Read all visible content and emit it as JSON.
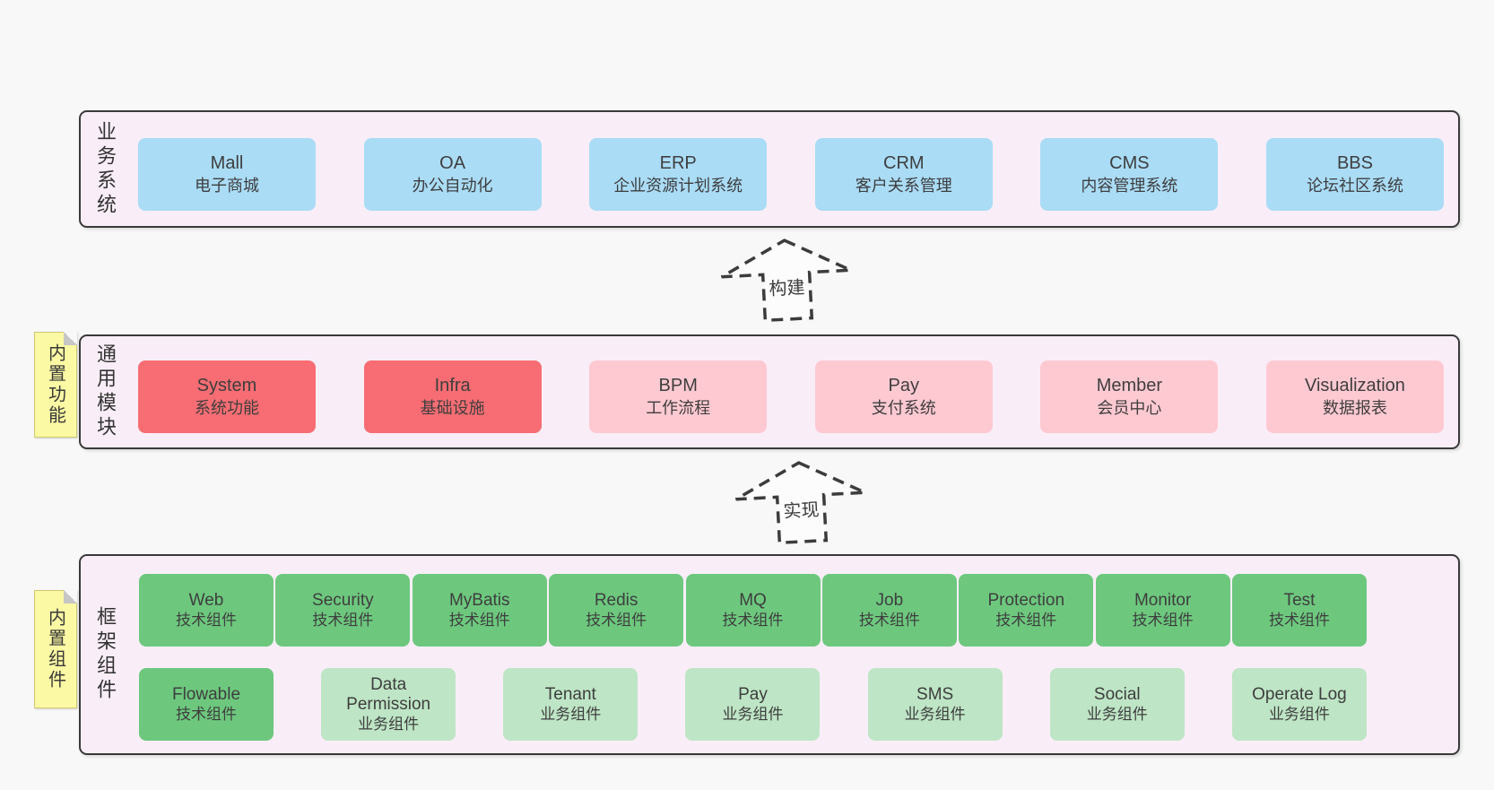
{
  "colors": {
    "page_bg": "#f8f8f8",
    "panel_bg": "#f9eef7",
    "panel_border": "#3a3a3a",
    "box_blue": "#aadcf6",
    "box_red": "#f76d73",
    "box_pink": "#ffc9d2",
    "box_green": "#6dc87e",
    "box_light_green": "#bee5c5",
    "sticky_yellow": "#fbf9a3",
    "text": "#3e3e3e"
  },
  "diagram": {
    "business_layer": {
      "label": "业务系统",
      "boxes": [
        {
          "title": "Mall",
          "subtitle": "电子商城"
        },
        {
          "title": "OA",
          "subtitle": "办公自动化"
        },
        {
          "title": "ERP",
          "subtitle": "企业资源计划系统"
        },
        {
          "title": "CRM",
          "subtitle": "客户关系管理"
        },
        {
          "title": "CMS",
          "subtitle": "内容管理系统"
        },
        {
          "title": "BBS",
          "subtitle": "论坛社区系统"
        }
      ]
    },
    "build_arrow": {
      "label": "构建"
    },
    "module_layer": {
      "label": "通用模块",
      "sticky": "内置功能",
      "boxes": [
        {
          "title": "System",
          "subtitle": "系统功能"
        },
        {
          "title": "Infra",
          "subtitle": "基础设施"
        },
        {
          "title": "BPM",
          "subtitle": "工作流程"
        },
        {
          "title": "Pay",
          "subtitle": "支付系统"
        },
        {
          "title": "Member",
          "subtitle": "会员中心"
        },
        {
          "title": "Visualization",
          "subtitle": "数据报表"
        }
      ]
    },
    "implement_arrow": {
      "label": "实现"
    },
    "component_layer": {
      "label": "框架组件",
      "sticky": "内置组件",
      "row1": [
        {
          "title": "Web",
          "subtitle": "技术组件"
        },
        {
          "title": "Security",
          "subtitle": "技术组件"
        },
        {
          "title": "MyBatis",
          "subtitle": "技术组件"
        },
        {
          "title": "Redis",
          "subtitle": "技术组件"
        },
        {
          "title": "MQ",
          "subtitle": "技术组件"
        },
        {
          "title": "Job",
          "subtitle": "技术组件"
        },
        {
          "title": "Protection",
          "subtitle": "技术组件"
        },
        {
          "title": "Monitor",
          "subtitle": "技术组件"
        }
      ],
      "row2": [
        {
          "title": "Test",
          "subtitle": "技术组件"
        },
        {
          "title": "Flowable",
          "subtitle": "技术组件"
        },
        {
          "title": "Data Permission",
          "subtitle": "业务组件"
        },
        {
          "title": "Tenant",
          "subtitle": "业务组件"
        },
        {
          "title": "Pay",
          "subtitle": "业务组件"
        },
        {
          "title": "SMS",
          "subtitle": "业务组件"
        },
        {
          "title": "Social",
          "subtitle": "业务组件"
        },
        {
          "title": "Operate Log",
          "subtitle": "业务组件"
        }
      ]
    }
  }
}
